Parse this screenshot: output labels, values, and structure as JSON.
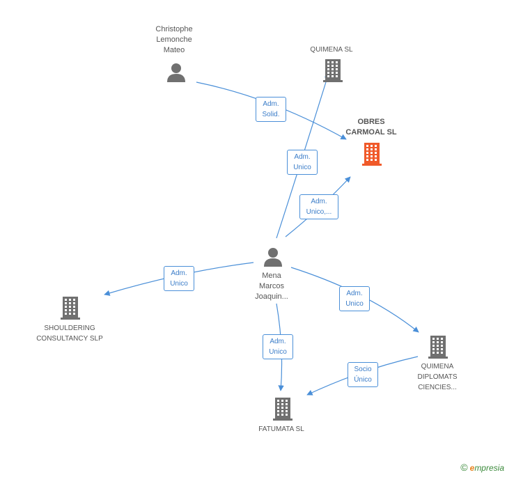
{
  "people": {
    "christophe": {
      "lines": [
        "Christophe",
        "Lemonche",
        "Mateo"
      ]
    },
    "mena": {
      "lines": [
        "Mena",
        "Marcos",
        "Joaquin..."
      ]
    }
  },
  "companies": {
    "quimena_sl": {
      "lines": [
        "QUIMENA SL"
      ]
    },
    "obres": {
      "lines": [
        "OBRES",
        "CARMOAL SL"
      ],
      "color": "#f05a2a"
    },
    "shouldering": {
      "lines": [
        "SHOULDERING",
        "CONSULTANCY SLP"
      ]
    },
    "quimena_diplomats": {
      "lines": [
        "QUIMENA",
        "DIPLOMATS",
        "CIENCIES..."
      ]
    },
    "fatumata": {
      "lines": [
        "FATUMATA SL"
      ]
    }
  },
  "edges": {
    "e1": {
      "lines": [
        "Adm.",
        "Solid."
      ]
    },
    "e2": {
      "lines": [
        "Adm.",
        "Unico"
      ]
    },
    "e3": {
      "lines": [
        "Adm.",
        "Unico,..."
      ]
    },
    "e4": {
      "lines": [
        "Adm.",
        "Unico"
      ]
    },
    "e5": {
      "lines": [
        "Adm.",
        "Unico"
      ]
    },
    "e6": {
      "lines": [
        "Adm.",
        "Unico"
      ]
    },
    "e7": {
      "lines": [
        "Socio",
        "Único"
      ]
    }
  },
  "colors": {
    "edge": "#4a8fd8",
    "icon": "#707070",
    "main_icon": "#f05a2a"
  },
  "footer": {
    "copyright": "©",
    "brand_first": "e",
    "brand_rest": "mpresia"
  }
}
